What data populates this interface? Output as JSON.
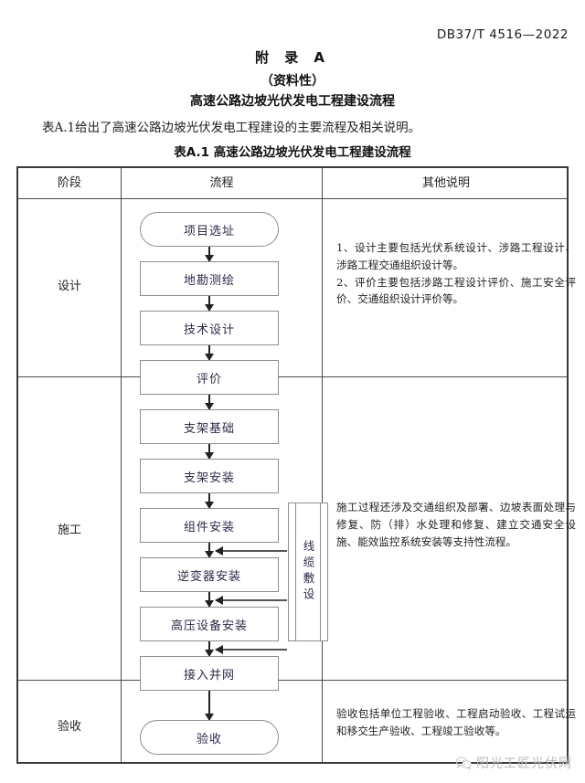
{
  "header": {
    "standard_number": "DB37/T 4516—2022"
  },
  "titles": {
    "annex": "附  录  A",
    "annex_type": "（资料性）",
    "annex_name": "高速公路边坡光伏发电工程建设流程",
    "lead_paragraph": "表A.1给出了高速公路边坡光伏发电工程建设的主要流程及相关说明。",
    "table_caption": "表A.1 高速公路边坡光伏发电工程建设流程"
  },
  "table": {
    "columns": [
      "阶段",
      "流程",
      "其他说明"
    ],
    "rows": [
      {
        "stage": "设计",
        "nodes": [
          "项目选址",
          "地勘测绘",
          "技术设计",
          "评价"
        ],
        "note": "1、设计主要包括光伏系统设计、涉路工程设计、涉路工程交通组织设计等。\n2、评价主要包括涉路工程设计评价、施工安全评价、交通组织设计评价等。"
      },
      {
        "stage": "施工",
        "nodes": [
          "支架基础",
          "支架安装",
          "组件安装",
          "逆变器安装",
          "高压设备安装",
          "接入并网"
        ],
        "side_process": "线缆敷设",
        "note": "施工过程还涉及交通组织及部署、边坡表面处理与修复、防（排）水处理和修复、建立交通安全设施、能效监控系统安装等支持性流程。"
      },
      {
        "stage": "验收",
        "nodes": [
          "验收"
        ],
        "note": "验收包括单位工程验收、工程启动验收、工程试运和移交生产验收、工程竣工验收等。"
      }
    ]
  },
  "watermark": {
    "icon": "wechat-icon",
    "text": "阳光工匠光伏网"
  }
}
